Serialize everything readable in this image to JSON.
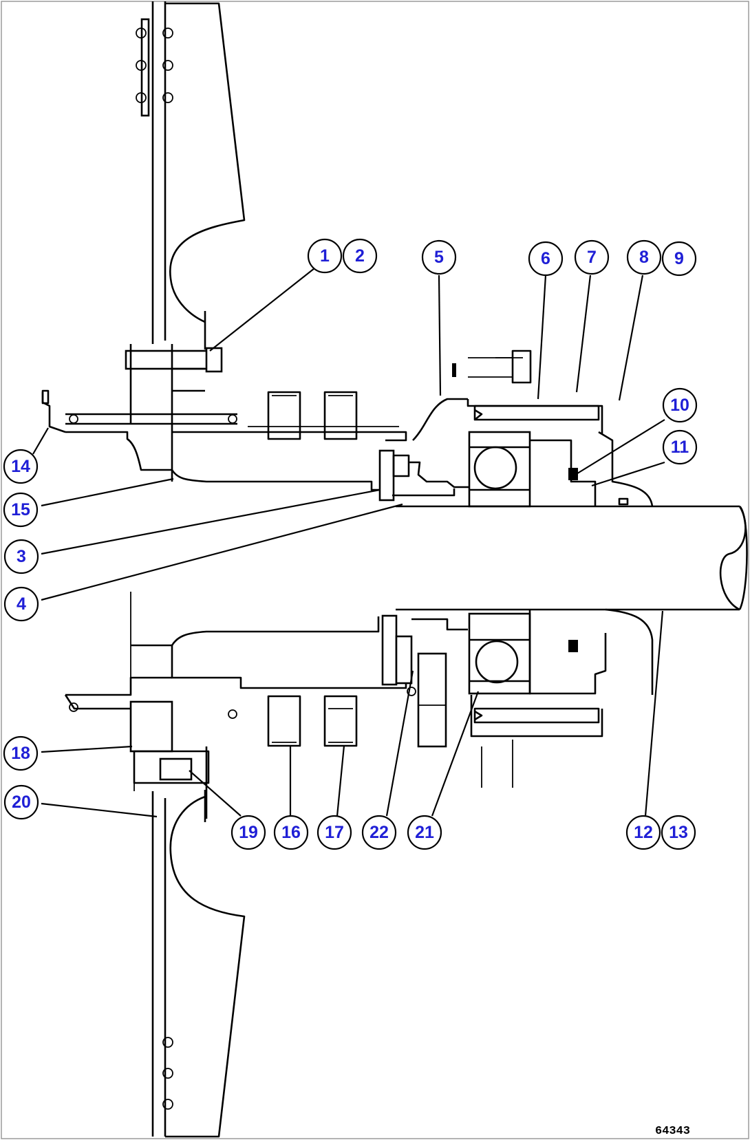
{
  "figure": {
    "reference_number": "64343"
  },
  "callouts": [
    {
      "id": "c1",
      "label": "1"
    },
    {
      "id": "c2",
      "label": "2"
    },
    {
      "id": "c3",
      "label": "3"
    },
    {
      "id": "c4",
      "label": "4"
    },
    {
      "id": "c5",
      "label": "5"
    },
    {
      "id": "c6",
      "label": "6"
    },
    {
      "id": "c7",
      "label": "7"
    },
    {
      "id": "c8",
      "label": "8"
    },
    {
      "id": "c9",
      "label": "9"
    },
    {
      "id": "c10",
      "label": "10"
    },
    {
      "id": "c11",
      "label": "11"
    },
    {
      "id": "c12",
      "label": "12"
    },
    {
      "id": "c13",
      "label": "13"
    },
    {
      "id": "c14",
      "label": "14"
    },
    {
      "id": "c15",
      "label": "15"
    },
    {
      "id": "c16",
      "label": "16"
    },
    {
      "id": "c17",
      "label": "17"
    },
    {
      "id": "c18",
      "label": "18"
    },
    {
      "id": "c19",
      "label": "19"
    },
    {
      "id": "c20",
      "label": "20"
    },
    {
      "id": "c21",
      "label": "21"
    },
    {
      "id": "c22",
      "label": "22"
    }
  ],
  "colors": {
    "callout_text": "#1f1fd6",
    "lines": "#000000",
    "background": "#ffffff"
  }
}
